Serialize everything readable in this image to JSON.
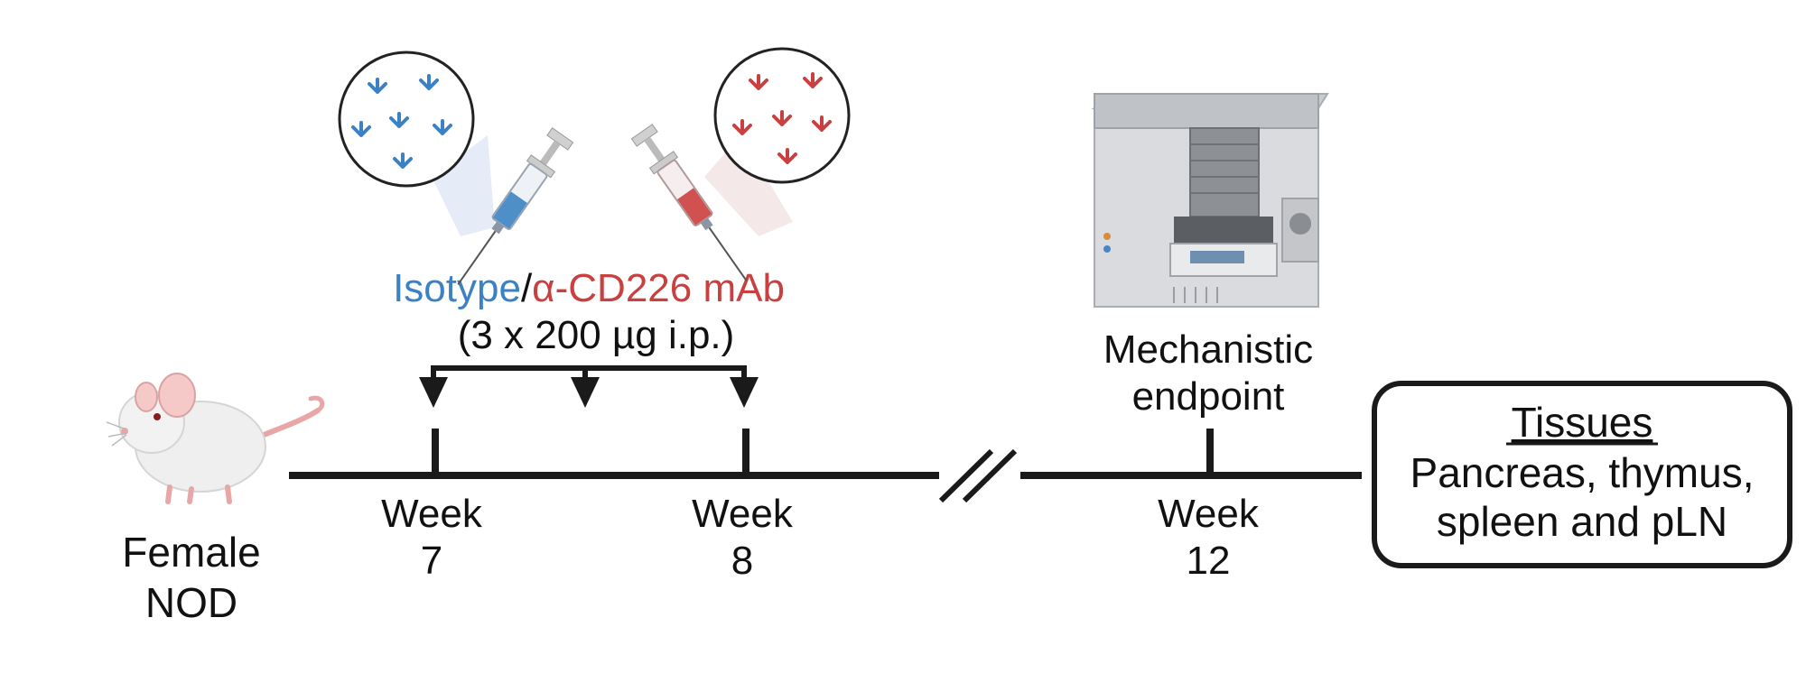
{
  "diagram": {
    "subject": {
      "line1": "Female",
      "line2": "NOD"
    },
    "treatment": {
      "isotype": "Isotype",
      "separator": "/",
      "antibody": "α-CD226 mAb",
      "dose": "(3 x 200 µg i.p.)"
    },
    "milestones": [
      {
        "line1": "Week",
        "line2": "7"
      },
      {
        "line1": "Week",
        "line2": "8"
      },
      {
        "line1": "Week",
        "line2": "12"
      }
    ],
    "endpoint": {
      "line1": "Mechanistic",
      "line2": "endpoint"
    },
    "tissues": {
      "title": "Tissues",
      "line1": "Pancreas, thymus,",
      "line2": "spleen and pLN"
    }
  },
  "colors": {
    "isotype": "#3b82c4",
    "antibody": "#c8403f",
    "line": "#1a1a1a"
  }
}
